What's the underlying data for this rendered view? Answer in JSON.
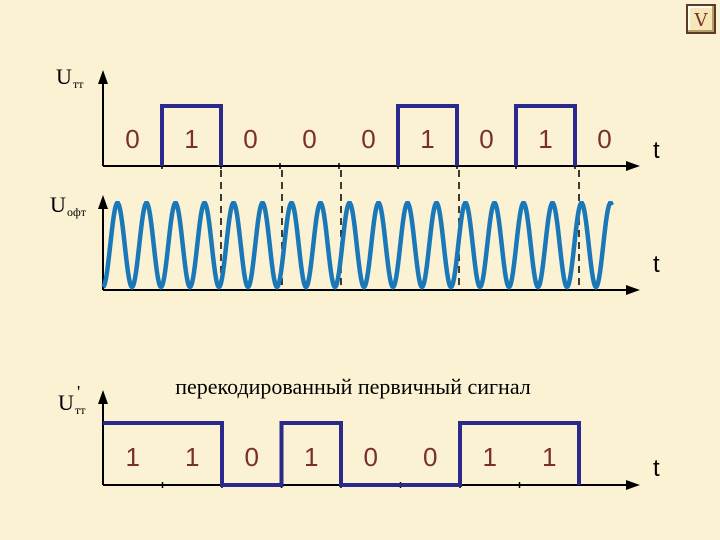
{
  "nav": {
    "label": "V"
  },
  "colors": {
    "pulse": "#2b2a8c",
    "wave": "#1a78b8",
    "axis": "#000000",
    "dash": "#000000",
    "background": "#fbf1d3"
  },
  "top_axis": {
    "label_main": "U",
    "label_sub": "тт",
    "t_label": "t",
    "bits": [
      "0",
      "1",
      "0",
      "0",
      "0",
      "1",
      "0",
      "1",
      "0"
    ]
  },
  "middle_axis": {
    "label_main": "U",
    "label_sub": "офт",
    "t_label": "t"
  },
  "bottom_axis": {
    "label_main": "U",
    "label_sub": "тт",
    "prime": "'",
    "t_label": "t",
    "bits": [
      "1",
      "1",
      "0",
      "1",
      "0",
      "0",
      "1",
      "1"
    ]
  },
  "caption": "перекодированный первичный сигнал"
}
